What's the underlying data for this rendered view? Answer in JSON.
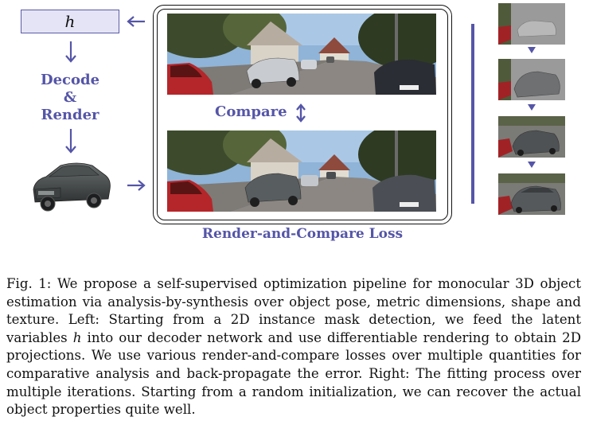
{
  "figure": {
    "latent_symbol": "h",
    "decode_render_label": [
      "Decode",
      "&",
      "Render"
    ],
    "compare_label": "Compare",
    "loss_label": "Render-and-Compare Loss",
    "accent_color": "#5555a8",
    "latent_fill": "#e4e4f6"
  },
  "caption": {
    "fig_label": "Fig. 1:",
    "text_before_h": "We propose a self-supervised optimization pipeline for monocular 3D object estimation via analysis-by-synthesis over object pose, metric dimensions, shape and texture. Left: Starting from a 2D instance mask detection, we feed the latent variables",
    "latent_var": "h",
    "text_after_h": "into our decoder network and use differentiable rendering to obtain 2D projections. We use various render-and-compare losses over multiple quantities for comparative analysis and back-propagate the error. Right: The fitting process over multiple iterations. Starting from a random initialization, we can recover the actual object properties quite well."
  }
}
